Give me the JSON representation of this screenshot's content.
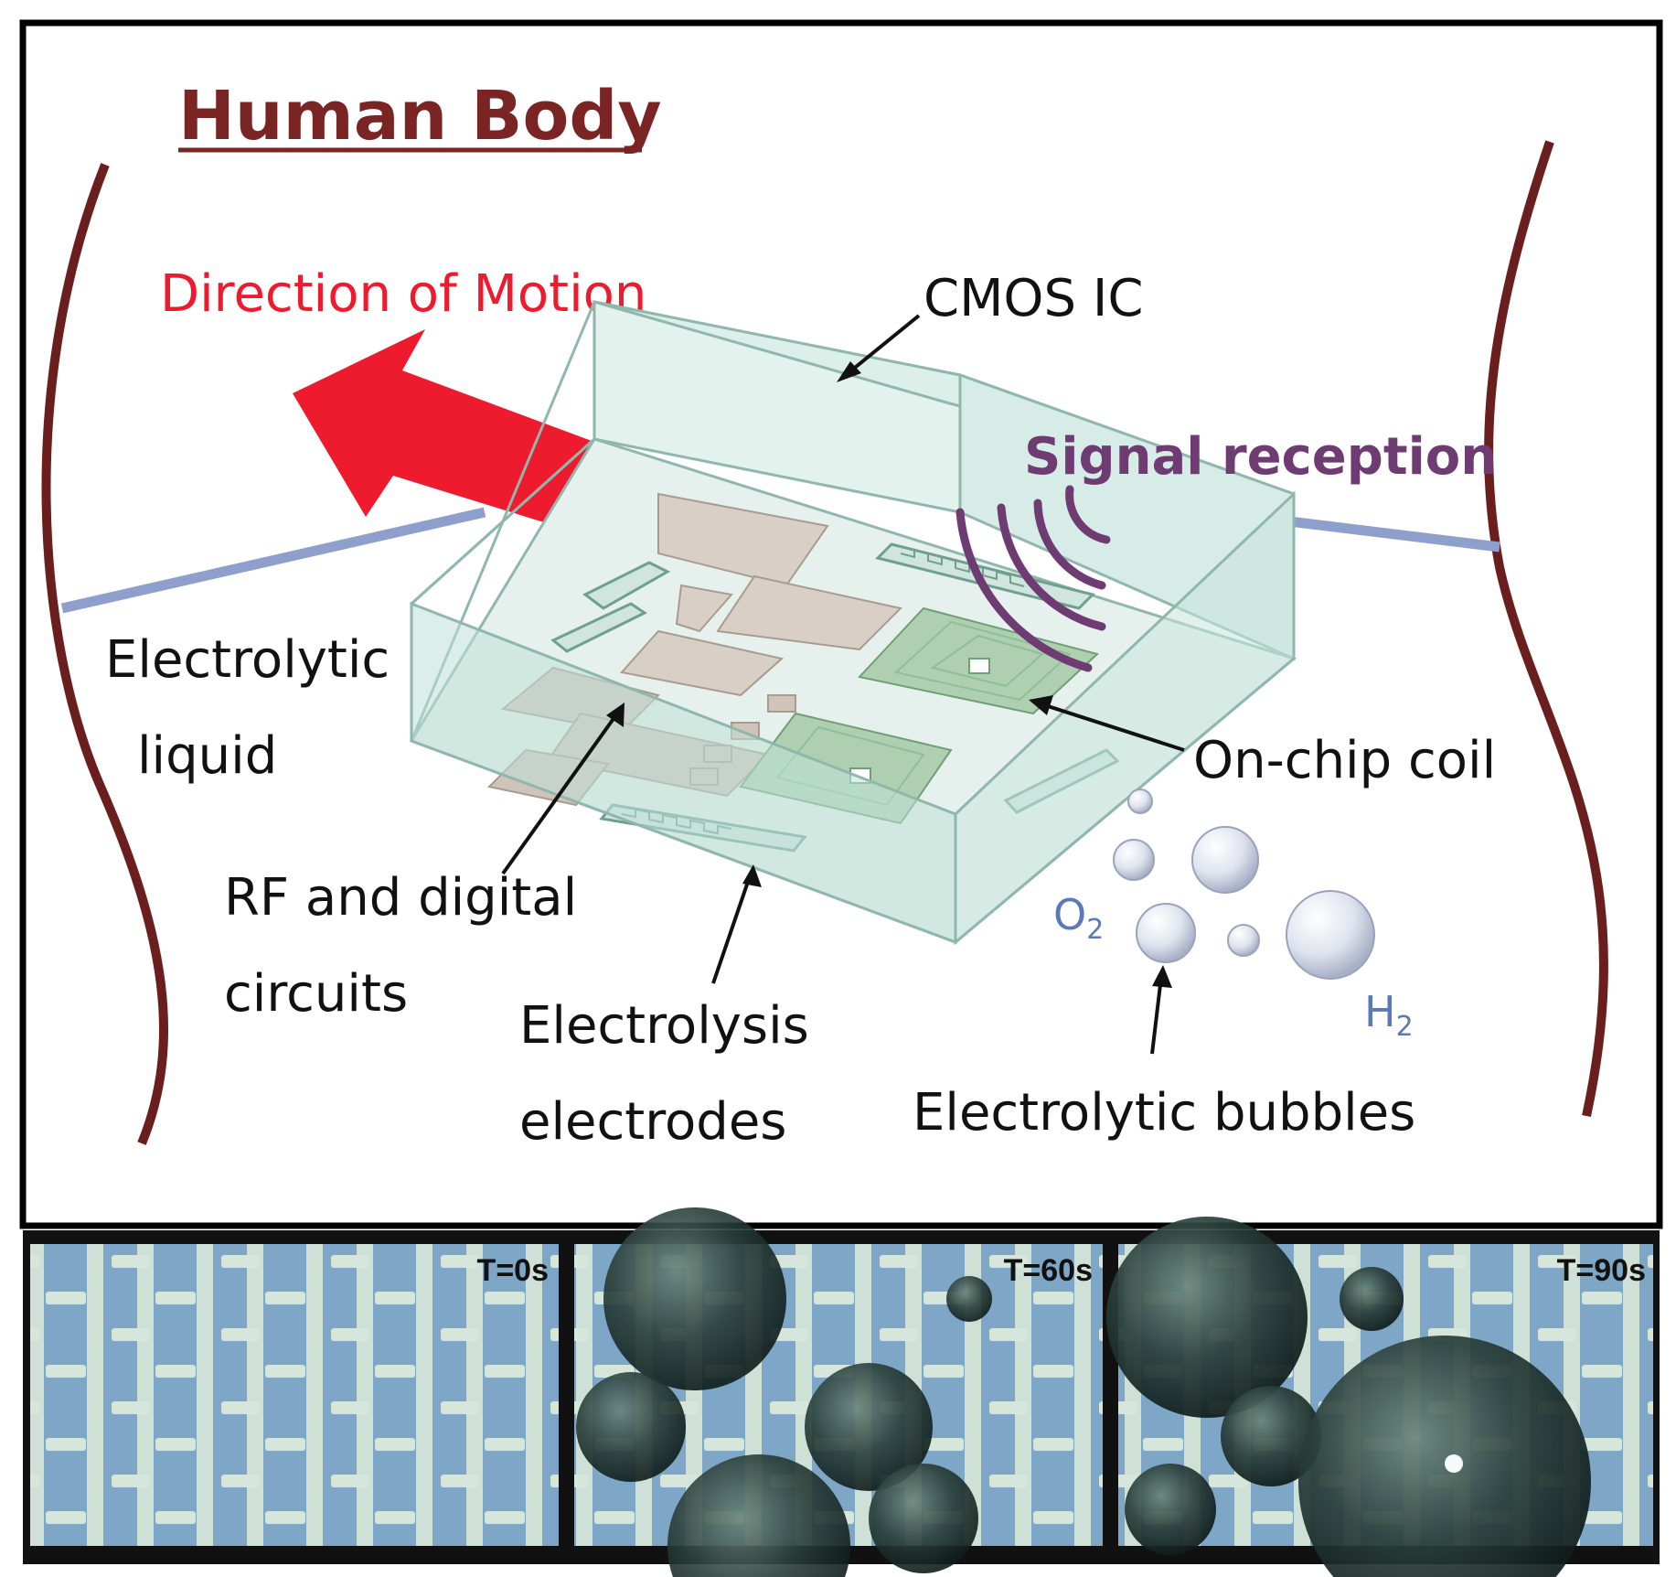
{
  "diagram": {
    "title": "Human Body",
    "labels": {
      "direction": "Direction of Motion",
      "cmos": "CMOS IC",
      "signal": "Signal reception",
      "electrolytic_line1": "Electrolytic",
      "electrolytic_line2": "liquid",
      "onchip": "On-chip coil",
      "rf_line1": "RF and digital",
      "rf_line2": "circuits",
      "electrodes_line1": "Electrolysis",
      "electrodes_line2": "electrodes",
      "bubbles": "Electrolytic bubbles",
      "o2": "O",
      "o2_sub": "2",
      "h2": "H",
      "h2_sub": "2"
    },
    "colors": {
      "title": "#7a2424",
      "vessel_wall": "#6b1e1e",
      "motion_arrow": "#ee1b2e",
      "chip_fill": "#d3ebe6",
      "chip_edge": "#8fb7ad",
      "signal": "#6e3b73",
      "gas_label": "#5b79b8",
      "tether": "#8e9fcb"
    }
  },
  "photos": {
    "frames": [
      {
        "time_label": "T=0s",
        "bubbles": 0
      },
      {
        "time_label": "T=60s",
        "bubbles": 6
      },
      {
        "time_label": "T=90s",
        "bubbles": 5
      }
    ]
  }
}
